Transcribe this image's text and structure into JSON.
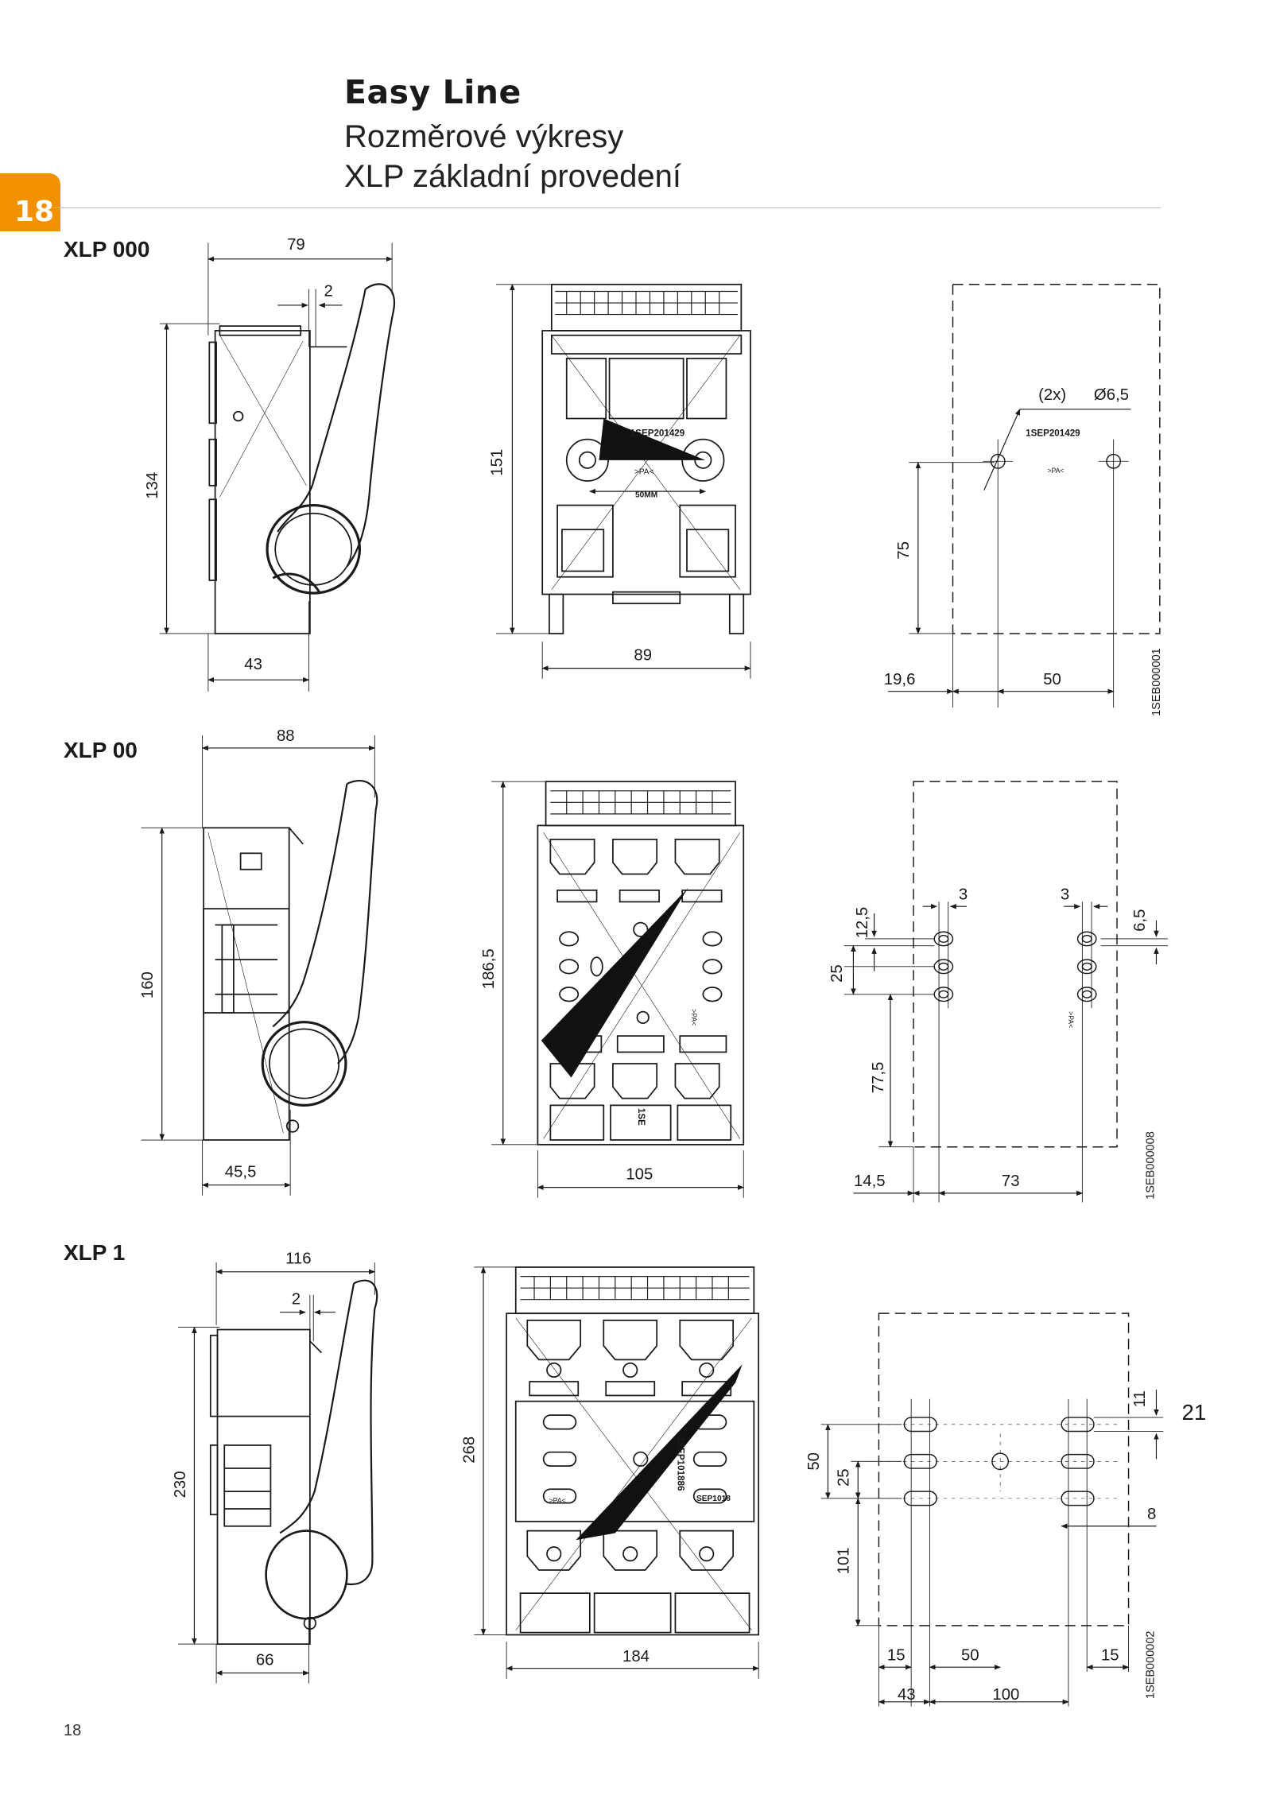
{
  "header": {
    "title": "Easy Line",
    "subtitle_line1": "Rozměrové výkresy",
    "subtitle_line2": "XLP základní provedení",
    "chapter_tab": "18"
  },
  "footer": {
    "page_number": "18"
  },
  "models": [
    {
      "name": "XLP 000",
      "side": {
        "width": "79",
        "gap": "2",
        "height": "134",
        "depth": "43"
      },
      "front": {
        "height": "151",
        "width": "89",
        "code": "1SEP201429",
        "recycle": ">PA<",
        "scale_label": "50MM"
      },
      "drilling": {
        "holes": "(2x)",
        "diameter": "Ø6,5",
        "height": "75",
        "offset": "19,6",
        "spacing": "50",
        "code": "1SEP201429",
        "recycle": ">PA<",
        "drawing_id": "1SEB000001"
      }
    },
    {
      "name": "XLP 00",
      "side": {
        "width": "88",
        "height": "160",
        "depth": "45,5"
      },
      "front": {
        "height": "186,5",
        "width": "105",
        "code": "1SE",
        "recycle": ">PA<"
      },
      "drilling": {
        "slot_left": "3",
        "slot_right": "3",
        "pitch_small": "12,5",
        "pitch": "25",
        "pitch_right": "6,5",
        "height": "77,5",
        "offset": "14,5",
        "spacing": "73",
        "recycle": ">PA<",
        "drawing_id": "1SEB000008"
      }
    },
    {
      "name": "XLP 1",
      "side": {
        "width": "116",
        "gap": "2",
        "height": "230",
        "depth": "66"
      },
      "front": {
        "height": "268",
        "width": "184",
        "code": "1SEP101886",
        "code2": "SEP1018",
        "recycle": ">PA<"
      },
      "drilling": {
        "slot_height": "11",
        "slot_length": "21",
        "pitch_outer": "50",
        "pitch": "25",
        "slot_width": "8",
        "height": "101",
        "edge_left": "15",
        "spacing_mid": "50",
        "edge_right": "15",
        "offset": "43",
        "spacing": "100",
        "drawing_id": "1SEB000002"
      }
    }
  ]
}
